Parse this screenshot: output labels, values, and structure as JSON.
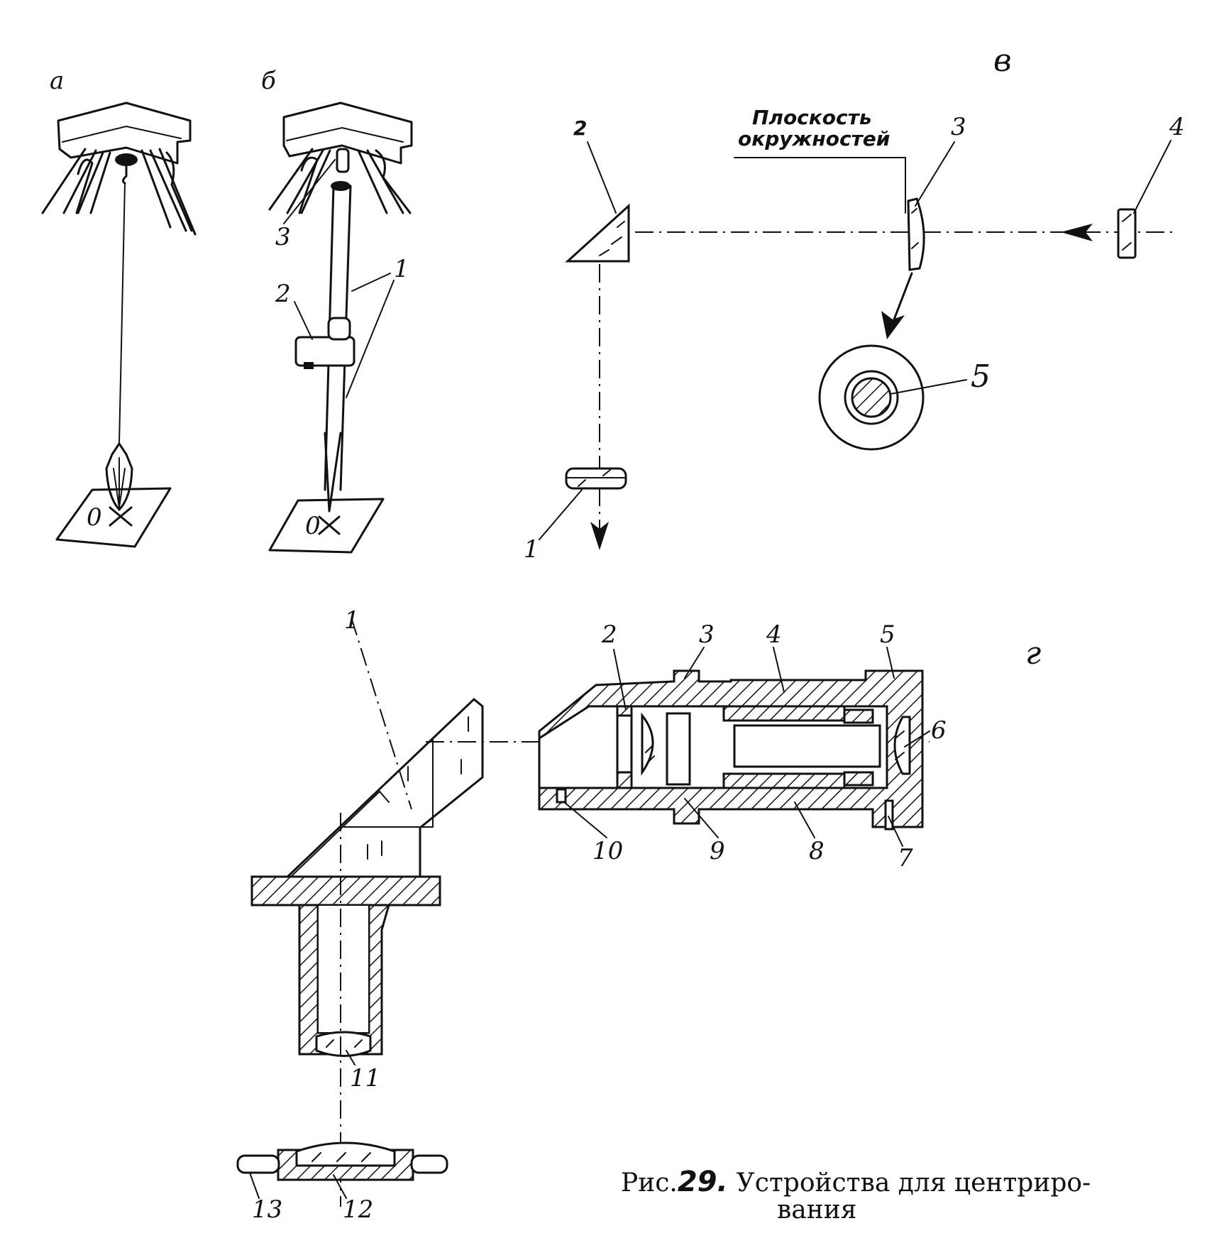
{
  "panels": {
    "a": {
      "label": "а",
      "point_label": "0"
    },
    "b": {
      "label": "б",
      "point_label": "0",
      "callouts": [
        "1",
        "2",
        "3"
      ]
    },
    "v": {
      "label": "в",
      "plane_label_line1": "Плоскость",
      "plane_label_line2": "окружностей",
      "callouts": [
        "1",
        "2",
        "3",
        "4",
        "5"
      ]
    },
    "g": {
      "label": "г",
      "callouts": [
        "1",
        "2",
        "3",
        "4",
        "5",
        "6",
        "7",
        "8",
        "9",
        "10",
        "11",
        "12",
        "13"
      ]
    }
  },
  "caption": {
    "prefix": "Рис.",
    "number": "29.",
    "text_line1": "Устройства для центриро-",
    "text_line2": "вания"
  }
}
